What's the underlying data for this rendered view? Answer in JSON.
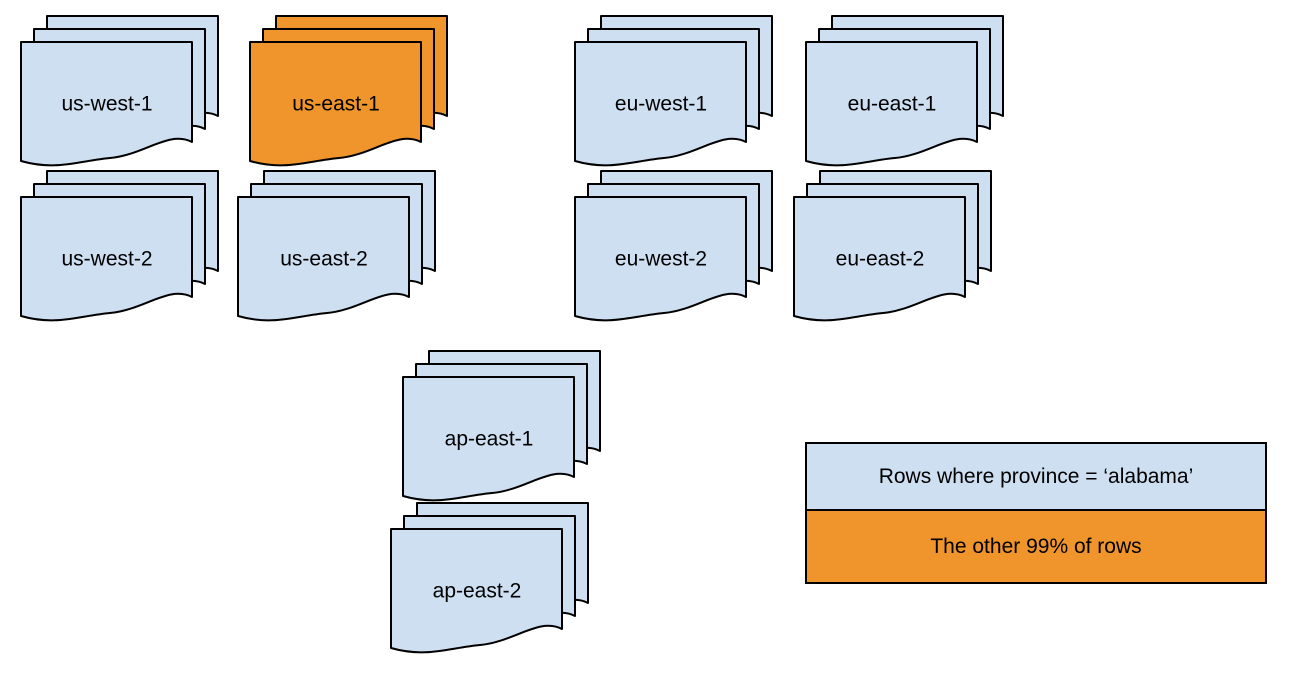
{
  "colors": {
    "doc_fill_blue": "#cedff1",
    "doc_fill_orange": "#ef952c",
    "outline": "#000000"
  },
  "stacks": [
    {
      "label": "us-west-1",
      "color": "#cedff1"
    },
    {
      "label": "us-east-1",
      "color": "#ef952c"
    },
    {
      "label": "eu-west-1",
      "color": "#cedff1"
    },
    {
      "label": "eu-east-1",
      "color": "#cedff1"
    },
    {
      "label": "us-west-2",
      "color": "#cedff1"
    },
    {
      "label": "us-east-2",
      "color": "#cedff1"
    },
    {
      "label": "eu-west-2",
      "color": "#cedff1"
    },
    {
      "label": "eu-east-2",
      "color": "#cedff1"
    },
    {
      "label": "ap-east-1",
      "color": "#cedff1"
    },
    {
      "label": "ap-east-2",
      "color": "#cedff1"
    }
  ],
  "legend": {
    "rows": [
      {
        "label": "Rows where province = ‘alabama’",
        "color": "#cedff1"
      },
      {
        "label": "The other 99% of rows",
        "color": "#ef952c"
      }
    ]
  }
}
